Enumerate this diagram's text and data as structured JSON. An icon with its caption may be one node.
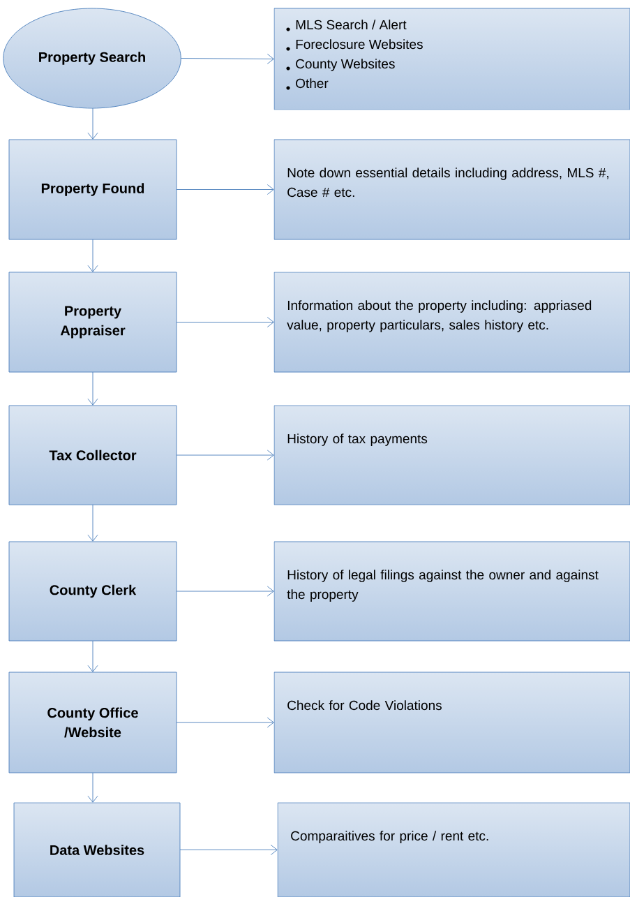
{
  "diagram": {
    "nodes": [
      {
        "text": [
          "Property Search"
        ]
      },
      {
        "text": [
          "MLS Search / Alert",
          "Foreclosure Websites",
          "County Websites",
          "Other"
        ]
      },
      {
        "text": [
          "Property Found"
        ]
      },
      {
        "text": [
          "Note down essential details including address, MLS #, Case # etc."
        ]
      },
      {
        "text": [
          "Property Appraiser"
        ]
      },
      {
        "text": [
          "Information about the property including: appriased value, property particulars, sales history etc."
        ]
      },
      {
        "text": [
          "Tax Collector"
        ]
      },
      {
        "text": [
          "History of tax payments"
        ]
      },
      {
        "text": [
          "County Clerk"
        ]
      },
      {
        "text": [
          "History of legal filings against the owner and against the property"
        ]
      },
      {
        "text": [
          "County Office /Website"
        ]
      },
      {
        "text": [
          "Check for Code Violations"
        ]
      },
      {
        "text": [
          "Data Websites"
        ]
      },
      {
        "text": [
          "Comparaitives for price / rent etc."
        ]
      }
    ],
    "edges": [
      {
        "from": 0,
        "to": 1,
        "arrow": "to"
      },
      {
        "from": 0,
        "to": 2,
        "arrow": "to"
      },
      {
        "from": 2,
        "to": 3,
        "arrow": "to"
      },
      {
        "from": 2,
        "to": 4,
        "arrow": "to"
      },
      {
        "from": 4,
        "to": 5,
        "arrow": "to"
      },
      {
        "from": 4,
        "to": 6,
        "arrow": "to"
      },
      {
        "from": 6,
        "to": 7,
        "arrow": "to"
      },
      {
        "from": 6,
        "to": 8,
        "arrow": "to"
      },
      {
        "from": 8,
        "to": 9,
        "arrow": "to"
      },
      {
        "from": 8,
        "to": 10,
        "arrow": "to"
      },
      {
        "from": 10,
        "to": 11,
        "arrow": "to"
      },
      {
        "from": 10,
        "to": 12,
        "arrow": "to"
      },
      {
        "from": 12,
        "to": 13,
        "arrow": "to"
      }
    ]
  }
}
